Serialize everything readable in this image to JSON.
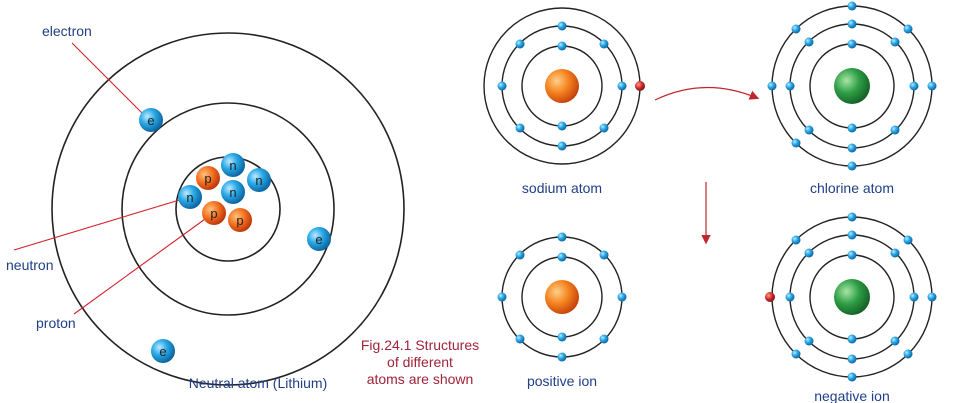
{
  "lithium": {
    "electron_label": "electron",
    "neutron_label": "neutron",
    "proton_label": "proton",
    "electron_symbol": "e",
    "neutron_symbol": "n",
    "proton_symbol": "p",
    "title": "Neutral atom (Lithium)"
  },
  "caption": {
    "line1": "Fig.24.1 Structures",
    "line2": "of different",
    "line3": "atoms are shown"
  },
  "atoms": {
    "sodium": "sodium atom",
    "chlorine": "chlorine atom",
    "positive_ion": "positive ion",
    "negative_ion": "negative ion"
  },
  "colors": {
    "orbit": "#222222",
    "electron_blue": "#1aa0e0",
    "proton_orange": "#f26a1b",
    "nucleus_sodium": "#f7941d",
    "nucleus_chlorine": "#2e9e46",
    "transferred_electron": "#c0262d",
    "arrow": "#c0262d",
    "label": "#1f3f86",
    "caption": "#a0243a"
  }
}
